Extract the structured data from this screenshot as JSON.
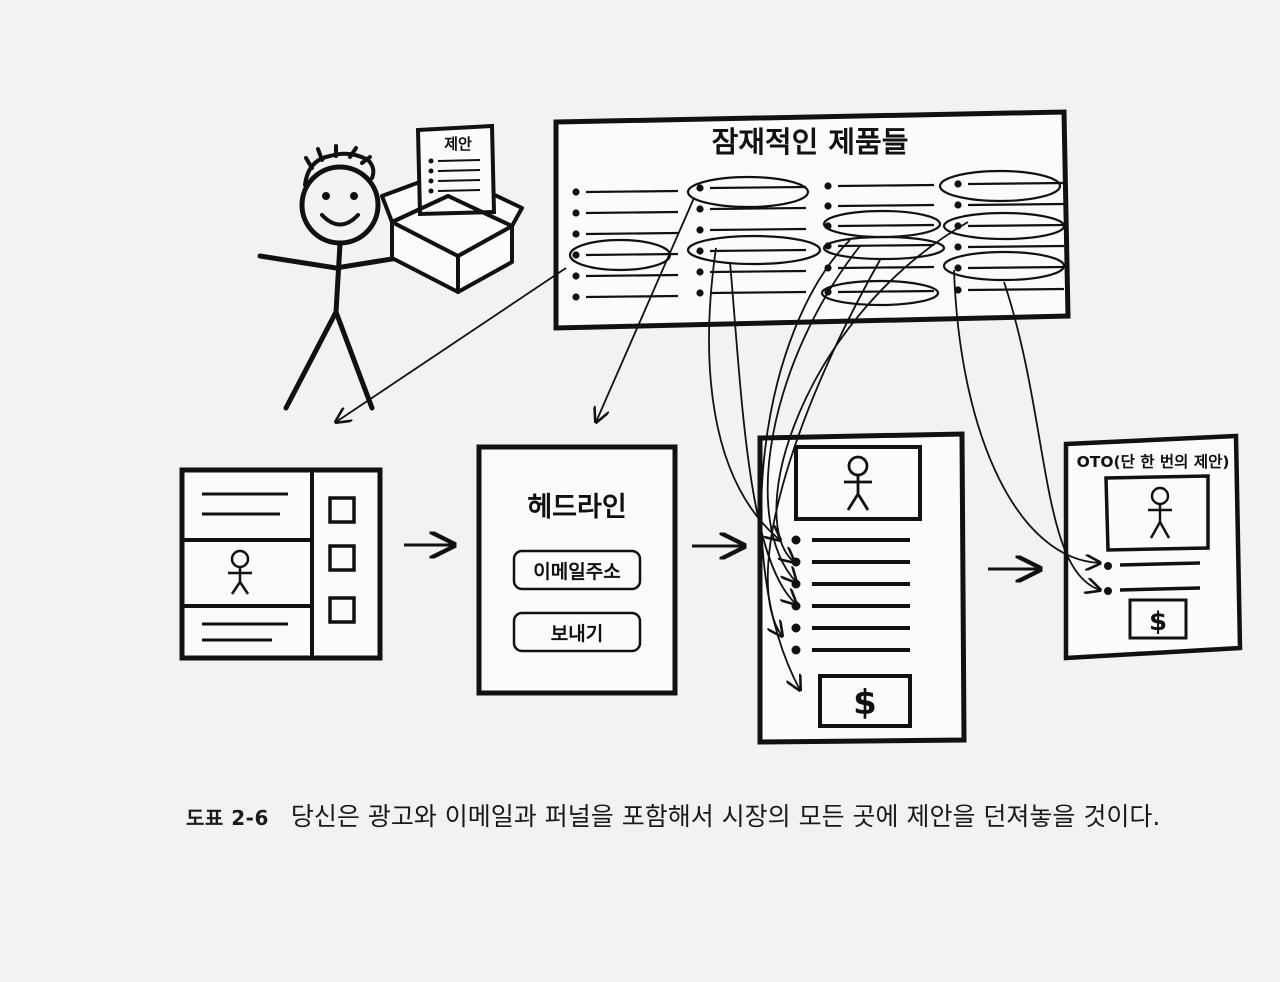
{
  "offer_sheet": {
    "title": "제안"
  },
  "products_panel": {
    "title": "잠재적인 제품들"
  },
  "squeeze_page": {
    "headline": "헤드라인",
    "email_field": "이메일주소",
    "send_button": "보내기"
  },
  "sales_page": {
    "price_symbol": "$"
  },
  "oto_page": {
    "title": "OTO(단 한 번의 제안)",
    "price_symbol": "$"
  },
  "caption": {
    "label": "도표 2-6",
    "text": "당신은 광고와 이메일과 퍼널을 포함해서 시장의 모든 곳에 제안을 던져놓을 것이다."
  }
}
